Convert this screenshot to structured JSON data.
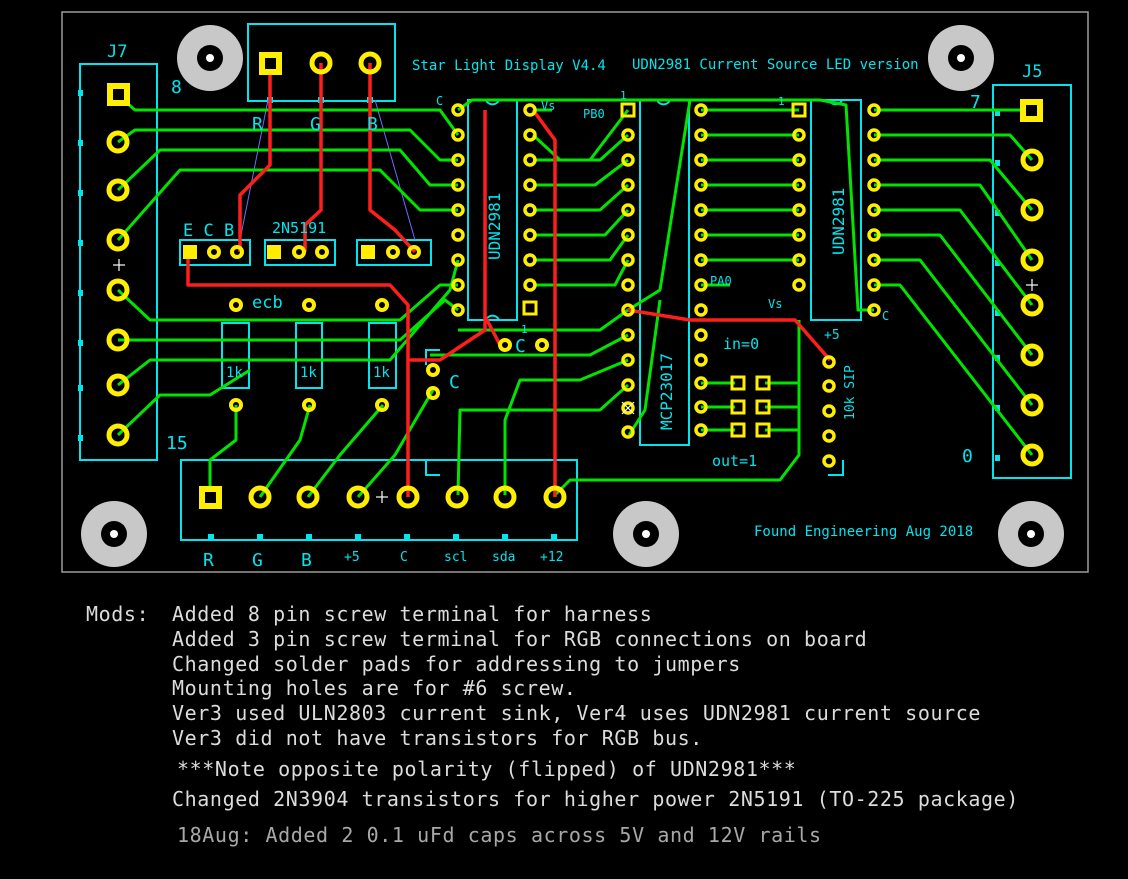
{
  "board": {
    "title": "Star Light Display V4.4",
    "subtitle": "UDN2981 Current Source LED version",
    "credit": "Found Engineering Aug 2018",
    "connectors": {
      "j7": {
        "ref": "J7",
        "pin_top": "8",
        "pin_bottom": "15"
      },
      "j5": {
        "ref": "J5",
        "pin_top": "7",
        "pin_bottom": "0"
      },
      "rgb_terminal": {
        "labels": [
          "R",
          "G",
          "B"
        ]
      },
      "harness_terminal": {
        "labels": [
          "R",
          "G",
          "B",
          "+5",
          "C",
          "scl",
          "sda",
          "+12"
        ]
      }
    },
    "components": {
      "transistor_pins": "E C B",
      "transistor_part": "2N5191",
      "transistor_orientation": "ecb",
      "resistor_value": "1k",
      "driver_chip": "UDN2981",
      "expander_chip": "MCP23017",
      "sip_label": "10k SIP",
      "vs_label": "Vs",
      "c_label": "C",
      "pb0_label": "PB0",
      "pa0_label": "PA0",
      "plus5_label": "+5",
      "pin1_label": "1",
      "in_label": "in=0",
      "out_label": "out=1"
    }
  },
  "notes": {
    "mods_heading": "Mods:",
    "lines": [
      "Added 8 pin screw terminal for harness",
      "Added 3 pin screw terminal for RGB connections on board",
      "Changed solder pads for addressing to jumpers",
      "Mounting holes are for #6 screw.",
      "Ver3 used ULN2803 current sink, Ver4 uses UDN2981 current source",
      "Ver3 did not have transistors for RGB bus."
    ],
    "polarity_note": "***Note opposite polarity (flipped) of UDN2981***",
    "transistor_note": "Changed 2N3904 transistors for higher power 2N5191 (TO-225 package)",
    "caps_note": "18Aug: Added 2 0.1 uFd caps across 5V and 12V rails"
  },
  "colors": {
    "background": "#000000",
    "board_outline": "#9a9a9a",
    "silkscreen": "#00e5ee",
    "pad": "#ffee00",
    "trace_green": "#00e400",
    "trace_red": "#ff1e1e",
    "mounting_hole": "#c8c8c8"
  }
}
